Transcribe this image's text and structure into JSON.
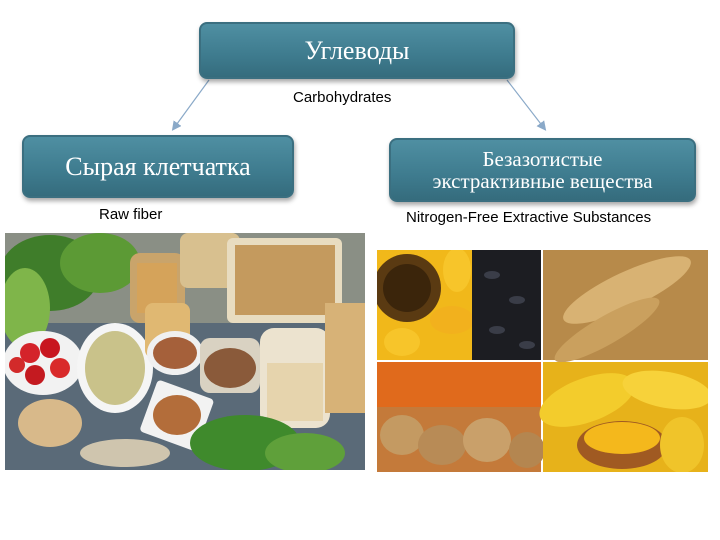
{
  "diagram": {
    "root": {
      "title": "Углеводы",
      "translation": "Carbohydrates"
    },
    "left_child": {
      "title": "Сырая клетчатка",
      "translation": "Raw fiber"
    },
    "right_child": {
      "title": "Безазотистые\nэкстрактивные вещества",
      "translation": "Nitrogen-Free Extractive Substances"
    },
    "colors": {
      "box_fill": "#3e7b8e",
      "box_text": "#ffffff",
      "arrow": "#8aa9c8"
    }
  },
  "images": {
    "left_photo": "fiber-foods-photo",
    "right_photo": "sunflower-seeds-grain-vegetables-corn-collage"
  }
}
